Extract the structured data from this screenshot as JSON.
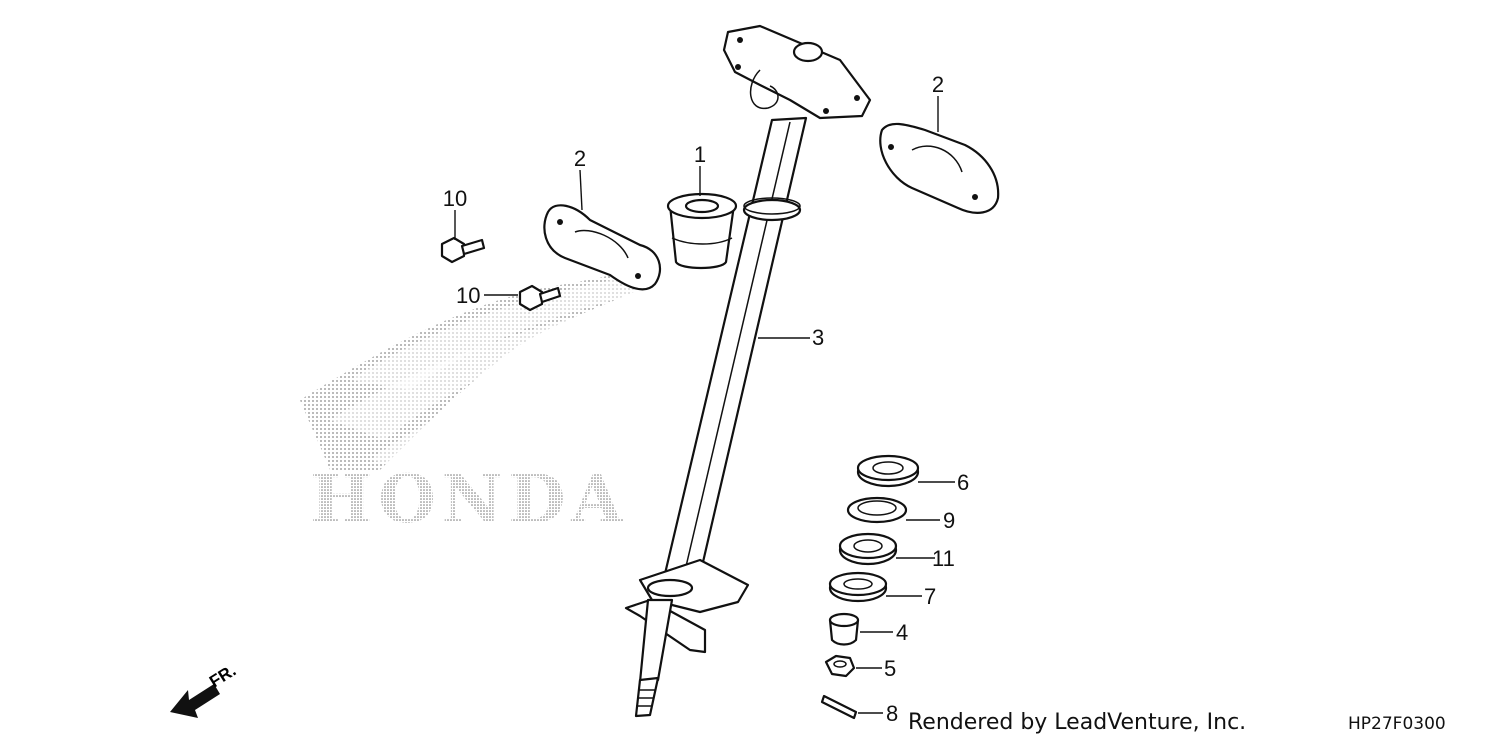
{
  "diagram": {
    "brand_watermark": "HONDA",
    "direction_marker": "FR.",
    "credit": "Rendered by LeadVenture, Inc.",
    "diagram_code": "HP27F0300",
    "callouts": [
      {
        "id": "c1",
        "label": "1"
      },
      {
        "id": "c2a",
        "label": "2"
      },
      {
        "id": "c2b",
        "label": "2"
      },
      {
        "id": "c3",
        "label": "3"
      },
      {
        "id": "c4",
        "label": "4"
      },
      {
        "id": "c5",
        "label": "5"
      },
      {
        "id": "c6",
        "label": "6"
      },
      {
        "id": "c7",
        "label": "7"
      },
      {
        "id": "c8",
        "label": "8"
      },
      {
        "id": "c9",
        "label": "9"
      },
      {
        "id": "c10a",
        "label": "10"
      },
      {
        "id": "c10b",
        "label": "10"
      },
      {
        "id": "c11",
        "label": "11"
      }
    ]
  }
}
